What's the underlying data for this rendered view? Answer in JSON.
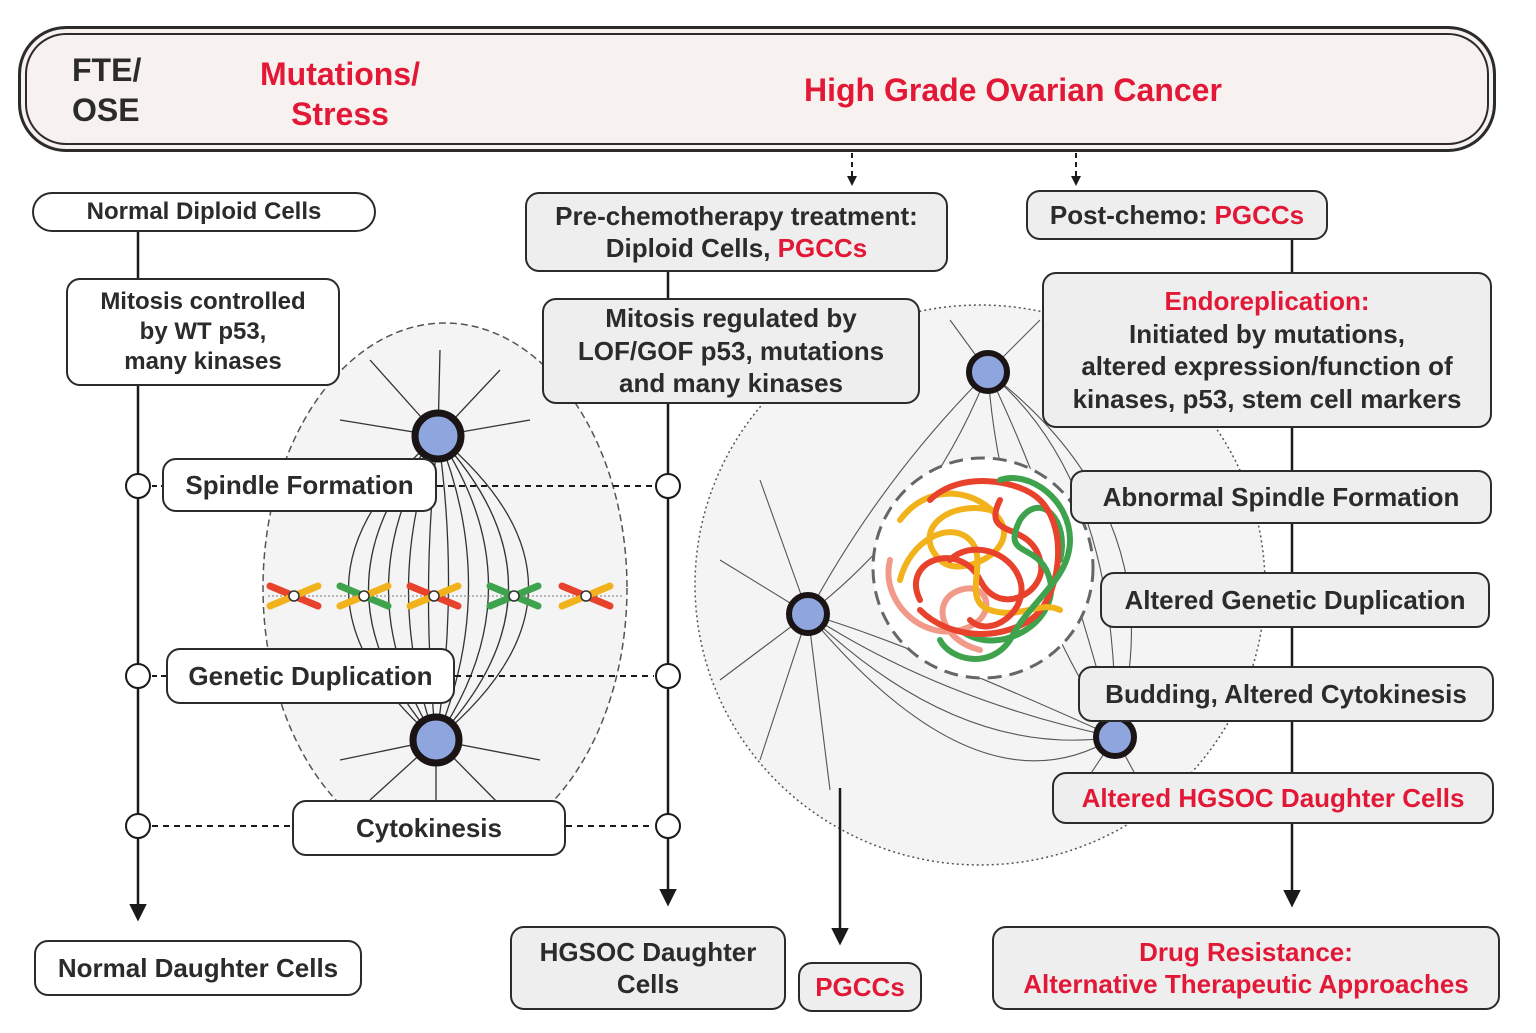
{
  "header": {
    "source": [
      "FTE/",
      "OSE"
    ],
    "trigger": [
      "Mutations/",
      "Stress"
    ],
    "outcome": "High Grade Ovarian Cancer"
  },
  "left_column": {
    "start": "Normal Diploid Cells",
    "control": [
      "Mitosis controlled",
      "by WT p53,",
      "many kinases"
    ],
    "steps": [
      "Spindle Formation",
      "Genetic Duplication",
      "Cytokinesis"
    ],
    "end": "Normal Daughter Cells"
  },
  "middle_column": {
    "start_prefix": "Pre-chemotherapy treatment:",
    "start_line2_plain": "Diploid Cells, ",
    "start_line2_red": "PGCCs",
    "control": [
      "Mitosis regulated by",
      "LOF/GOF p53, mutations",
      "and many kinases"
    ],
    "end": [
      "HGSOC Daughter",
      "Cells"
    ],
    "pgcc_out": "PGCCs"
  },
  "right_column": {
    "start_plain": "Post-chemo: ",
    "start_red": "PGCCs",
    "endo_title": "Endoreplication:",
    "endo_body": [
      "Initiated by mutations,",
      "altered expression/function of",
      "kinases, p53, stem cell markers"
    ],
    "steps": [
      "Abnormal Spindle Formation",
      "Altered Genetic Duplication",
      "Budding, Altered Cytokinesis"
    ],
    "daughter": "Altered HGSOC Daughter Cells",
    "end": [
      "Drug Resistance:",
      "Alternative Therapeutic Approaches"
    ]
  },
  "colors": {
    "accent_red": "#e31837",
    "outline": "#2b2b2b",
    "box_gray": "#eeeeee",
    "header_fill": "#f7f2ef",
    "centrosome": "#8ea6dd",
    "chromosome_colors": [
      "#e8412c",
      "#f2b21b",
      "#3fa34d",
      "#f29a8a"
    ]
  }
}
